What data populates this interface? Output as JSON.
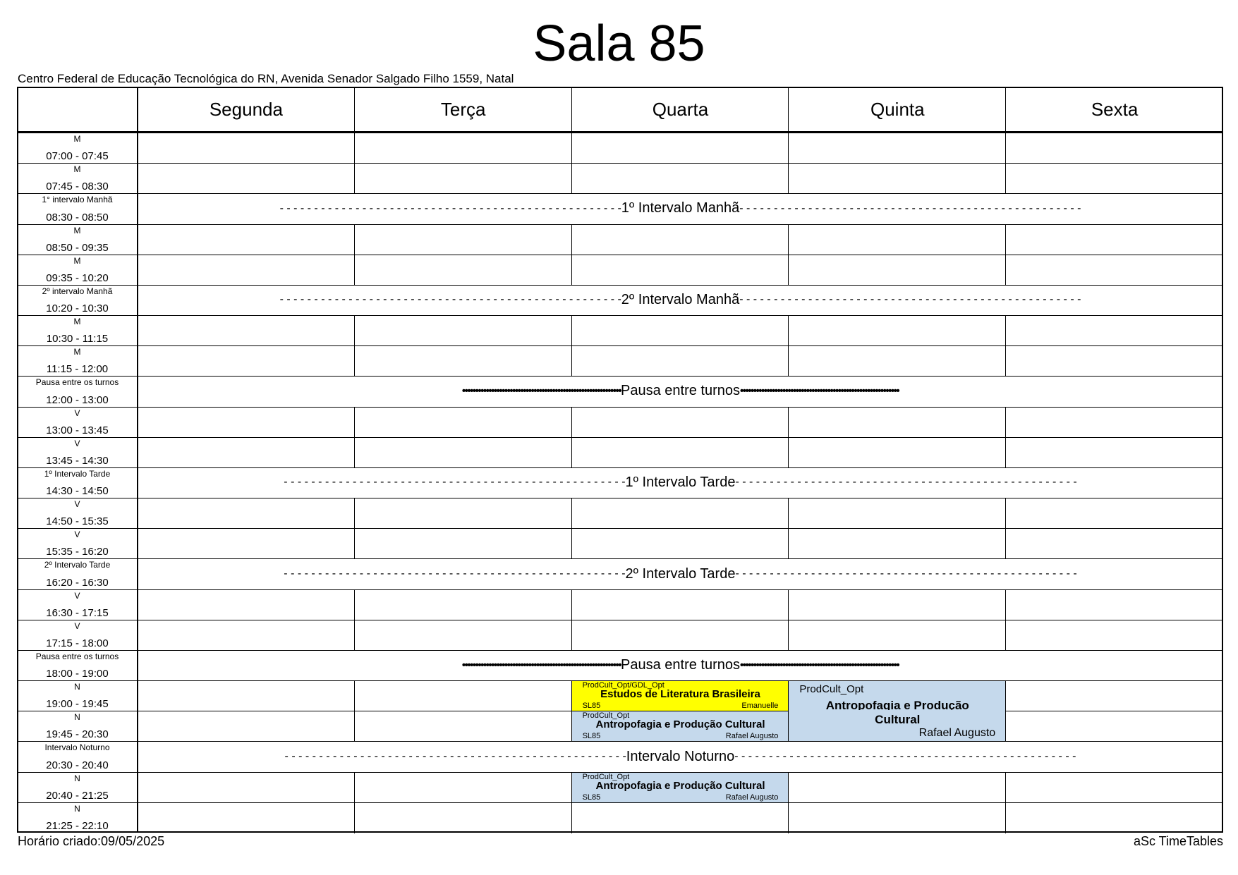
{
  "title": "Sala 85",
  "subtitle": "Centro Federal de Educação Tecnológica do RN, Avenida Senador Salgado Filho 1559, Natal",
  "days": [
    "Segunda",
    "Terça",
    "Quarta",
    "Quinta",
    "Sexta"
  ],
  "rows": [
    {
      "label": "M",
      "time": "07:00 - 07:45"
    },
    {
      "label": "M",
      "time": "07:45 - 08:30"
    },
    {
      "label": "1° intervalo Manhã",
      "time": "08:30 - 08:50",
      "break": "1º Intervalo Manhã",
      "style": "dash"
    },
    {
      "label": "M",
      "time": "08:50 - 09:35"
    },
    {
      "label": "M",
      "time": "09:35 - 10:20"
    },
    {
      "label": "2º intervalo Manhã",
      "time": "10:20 - 10:30",
      "break": "2º Intervalo Manhã",
      "style": "dash"
    },
    {
      "label": "M",
      "time": "10:30 - 11:15"
    },
    {
      "label": "M",
      "time": "11:15 - 12:00"
    },
    {
      "label": "Pausa entre os turnos",
      "time": "12:00 - 13:00",
      "break": "Pausa entre turnos",
      "style": "dot"
    },
    {
      "label": "V",
      "time": "13:00 - 13:45"
    },
    {
      "label": "V",
      "time": "13:45 - 14:30"
    },
    {
      "label": "1º Intervalo Tarde",
      "time": "14:30 - 14:50",
      "break": "1º Intervalo Tarde",
      "style": "dash"
    },
    {
      "label": "V",
      "time": "14:50 - 15:35"
    },
    {
      "label": "V",
      "time": "15:35 - 16:20"
    },
    {
      "label": "2º Intervalo Tarde",
      "time": "16:20 - 16:30",
      "break": "2º Intervalo Tarde",
      "style": "dash"
    },
    {
      "label": "V",
      "time": "16:30 - 17:15"
    },
    {
      "label": "V",
      "time": "17:15 - 18:00"
    },
    {
      "label": "Pausa entre os turnos",
      "time": "18:00 - 19:00",
      "break": "Pausa entre turnos",
      "style": "dot"
    },
    {
      "label": "N",
      "time": "19:00 - 19:45"
    },
    {
      "label": "N",
      "time": "19:45 - 20:30"
    },
    {
      "label": "Intervalo Noturno",
      "time": "20:30 - 20:40",
      "break": "Intervalo Noturno",
      "style": "dash"
    },
    {
      "label": "N",
      "time": "20:40 - 21:25"
    },
    {
      "label": "N",
      "time": "21:25 - 22:10"
    }
  ],
  "lessons": [
    {
      "day": 2,
      "row": 18,
      "span": 1,
      "color": "#ffff00",
      "group": "ProdCult_Opt/GDL_Opt",
      "subject": "Estudos de Literatura Brasileira",
      "room": "SL85",
      "teacher": "Emanuelle"
    },
    {
      "day": 2,
      "row": 19,
      "span": 1,
      "color": "#c5d9ec",
      "group": "ProdCult_Opt",
      "subject": "Antropofagia e Produção Cultural",
      "room": "SL85",
      "teacher": "Rafael Augusto"
    },
    {
      "day": 3,
      "row": 18,
      "span": 2,
      "color": "#c5d9ec",
      "group": "ProdCult_Opt",
      "subject": "Antropofagia e Produção Cultural",
      "room": "",
      "teacher": "Rafael Augusto",
      "big": true
    },
    {
      "day": 2,
      "row": 21,
      "span": 1,
      "color": "#c5d9ec",
      "group": "ProdCult_Opt",
      "subject": "Antropofagia e Produção Cultural",
      "room": "SL85",
      "teacher": "Rafael Augusto"
    }
  ],
  "footer": {
    "left": "Horário criado:09/05/2025",
    "right": "aSc TimeTables"
  }
}
